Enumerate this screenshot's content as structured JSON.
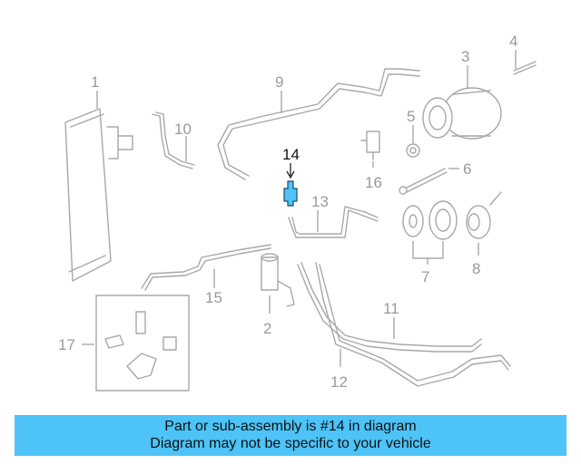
{
  "diagram": {
    "highlighted_part": "14",
    "highlight_color": "#4dc3f7",
    "part_labels": [
      "1",
      "2",
      "3",
      "4",
      "5",
      "6",
      "7",
      "8",
      "9",
      "10",
      "11",
      "12",
      "13",
      "14",
      "15",
      "16",
      "17"
    ]
  },
  "banner": {
    "line1": "Part or sub-assembly is #14 in diagram",
    "line2": "Diagram may not be specific to your vehicle",
    "background": "#4dc3f7"
  }
}
